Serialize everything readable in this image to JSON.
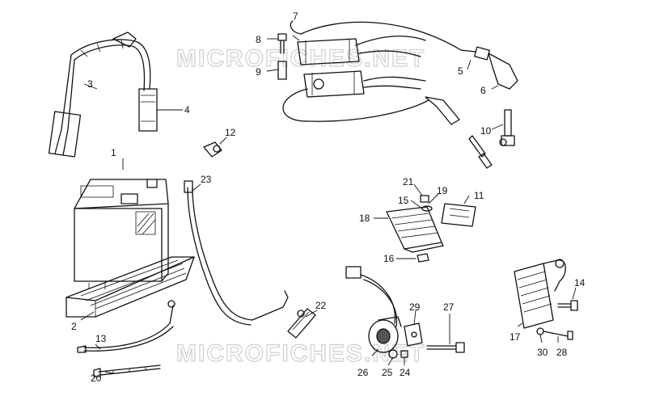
{
  "diagram": {
    "watermark_top": "MICROFICHES.NET",
    "watermark_bottom": "MICROFICHES.NET",
    "callouts": {
      "c1": "1",
      "c2": "2",
      "c3": "3",
      "c4": "4",
      "c5": "5",
      "c6": "6",
      "c7": "7",
      "c8": "8",
      "c9": "9",
      "c10": "10",
      "c11": "11",
      "c12": "12",
      "c13": "13",
      "c14": "14",
      "c15": "15",
      "c16": "16",
      "c17": "17",
      "c18": "18",
      "c19": "19",
      "c20": "20",
      "c21": "21",
      "c22": "22",
      "c23": "23",
      "c24": "24",
      "c25": "25",
      "c26": "26",
      "c27": "27",
      "c28": "28",
      "c29": "29",
      "c30": "30"
    }
  }
}
